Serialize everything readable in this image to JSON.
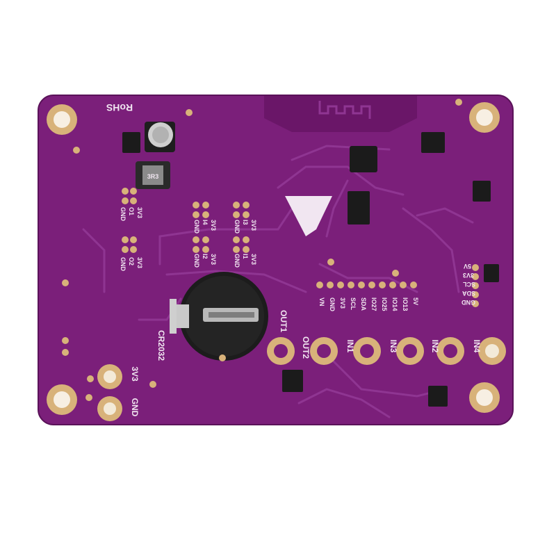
{
  "colors": {
    "board": "#7b1f7a",
    "board_dark": "#5a1259",
    "trace": "#8f3592",
    "pad_gold": "#d8b27a",
    "pad_inner": "#f3ead8",
    "silk": "#f1e6f1",
    "chip": "#1b1b1b"
  },
  "board": {
    "rohs": "RoHS",
    "battery_label": "CR2032",
    "power_labels": {
      "v33": "3V3",
      "gnd": "GND"
    },
    "terminals": [
      "OUT1",
      "OUT2",
      "IN1",
      "IN3",
      "IN2",
      "IN4"
    ],
    "right_header": [
      "5V",
      "3V3",
      "SCL",
      "SDA",
      "GND"
    ],
    "mid_header": [
      "VN",
      "GND",
      "3V3",
      "SCL",
      "SDA",
      "IO27",
      "IO25",
      "IO14",
      "IO13",
      "5V"
    ],
    "left_header_a": [
      "3V3",
      "O1",
      "GND"
    ],
    "left_header_b": [
      "3V3",
      "O2",
      "GND"
    ],
    "center_header_a": [
      "3V3",
      "I4",
      "GND"
    ],
    "center_header_b": [
      "3V3",
      "I2",
      "GND"
    ],
    "center_header_c": [
      "3V3",
      "I3",
      "GND"
    ],
    "center_header_d": [
      "3V3",
      "I1",
      "GND"
    ],
    "inductor_mark": "3R3"
  }
}
